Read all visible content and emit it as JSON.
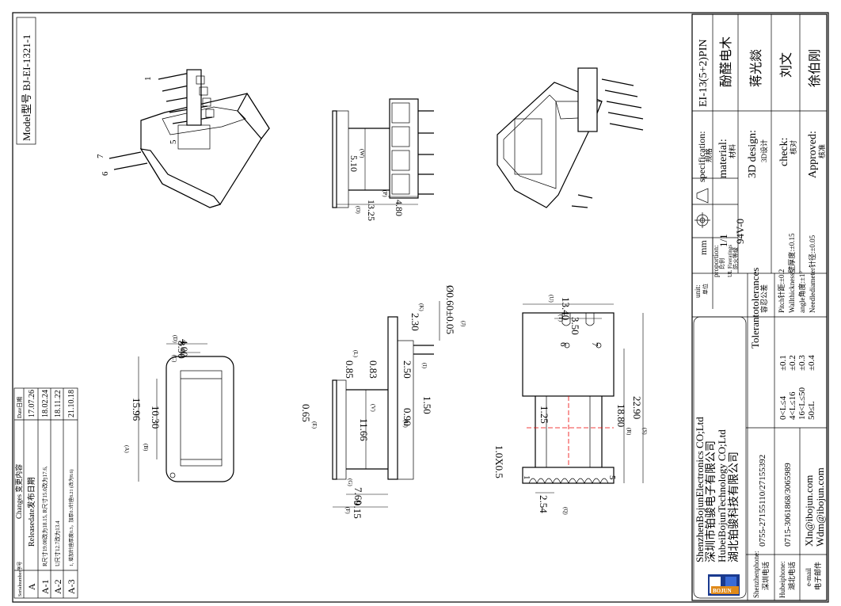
{
  "model_label": "Model型号 BJ-EI-1321-1",
  "revision_table": {
    "header": {
      "serial": "Serialnumber序号",
      "changes": "Changes 变更内容",
      "date": "Date日期"
    },
    "rows": [
      {
        "serial": "A",
        "change": "Releasedate发布日期",
        "date": "17.07.26"
      },
      {
        "serial": "A-1",
        "change": "R尺寸19.08改为18.15, R尺寸15.0改为17.6,",
        "date": "18.02.24"
      },
      {
        "serial": "A-2",
        "change": "U尺寸12.7改为13.4",
        "date": "18.11.22"
      },
      {
        "serial": "A-3",
        "change": "1, 增加针座厚度0.3，加厚0.3针座8.21 (改为8.6)",
        "date": "21.10.18"
      }
    ]
  },
  "title_block": {
    "specification": {
      "label": "specification:",
      "label_cn": "规格",
      "value": "EI-13(5+2)PIN"
    },
    "material": {
      "label": "material:",
      "label_cn": "材料",
      "value": "酚醛电木"
    },
    "design": {
      "label": "3D design:",
      "label_cn": "3D设计",
      "value": "蒋光燚"
    },
    "check": {
      "label": "check:",
      "label_cn": "核对",
      "value": "刘文"
    },
    "approved": {
      "label": "Approved:",
      "label_cn": "核准",
      "value": "徐伯刚"
    },
    "unit": {
      "label": "unit:",
      "label_cn": "单位",
      "value": "mm"
    },
    "proportion": {
      "label": "proportion:",
      "label_cn": "比例",
      "value": "1/1"
    },
    "fire": {
      "label": "UL Fireratings",
      "label_cn": "防火等级",
      "value": "94V-0"
    },
    "tolerances_title": "Tolerantotolerances",
    "tolerances_cn": "容忍公差",
    "tolerances": [
      {
        "range": "0<L≤4",
        "value": "±0.1"
      },
      {
        "range": "4<L≤16",
        "value": "±0.2"
      },
      {
        "range": "16<L≤50",
        "value": "±0.3"
      },
      {
        "range": "50≤L",
        "value": "±0.4"
      }
    ],
    "notes": [
      "Pitch针距:±0.2",
      "Wallthickness壁厚度:±0.15",
      "angle角度:±1°",
      "Needlediameter针径:±0.05"
    ],
    "company": [
      "ShenzhenBojunElectronics CO;Ltd",
      "深圳市铂骏电子有限公司",
      "HubeiBojunTechnology CO;Ltd",
      "湖北铂骏科技有限公司"
    ],
    "logo_text": "BOJUN",
    "contacts": [
      {
        "label": "Shenzhenphone:",
        "label_cn": "深圳电话",
        "value": "0755-27155110/27155392"
      },
      {
        "label": "Hubeiphone:",
        "label_cn": "湖北电话",
        "value": "0715-3061868/3065989"
      },
      {
        "label": "e-mail",
        "label_cn": "电子邮件",
        "value1": "Xln@ibojun.com",
        "value2": "Wdm@ibojun.com"
      }
    ]
  },
  "dimensions": {
    "front": {
      "h15_96": "15.96",
      "b": "(B)",
      "a": "(A)",
      "h10_30": "10.30",
      "w8_90": "8.90",
      "d": "(D)",
      "w4_00": "4.00",
      "c": "(C)"
    },
    "side_top": {
      "v5_10": "5.10",
      "w": "(W)",
      "v4_80": "4.80",
      "p": "(P)",
      "v13_25": "13.25",
      "o": "(O)"
    },
    "side_mid": {
      "v2_30": "2.30",
      "k": "(K)",
      "v0_60": "Ø0.60±0.05",
      "j": "(J)",
      "v0_85": "0.85",
      "l": "(L)",
      "v0_83": "0.83",
      "v2_50": "2.50",
      "i": "(I)",
      "v1_50": "1.50",
      "v0_65": "0.65",
      "e": "(E)",
      "v11_66": "11.66",
      "v": "(V)",
      "v0_90": "0.90",
      "h": "(H)",
      "v7_60": "7.60",
      "g": "(G)",
      "v9_15": "9.15",
      "f": "(F)"
    },
    "bottom": {
      "v13_40": "13.40",
      "u": "(U)",
      "v3_50": "3.50",
      "t": "(T)",
      "pin6": "6",
      "pin7": "7",
      "v1_25": "1.25",
      "v18_80": "18.80",
      "r": "(R)",
      "v22_90": "22.90",
      "s": "(S)",
      "v1x0_5": "1.0X0.5",
      "pin1": "1",
      "pin5": "5",
      "v2_54": "2.54",
      "q": "(Q)"
    },
    "iso_labels": {
      "p1": "1",
      "p5": "5",
      "p6": "6",
      "p7": "7"
    }
  }
}
